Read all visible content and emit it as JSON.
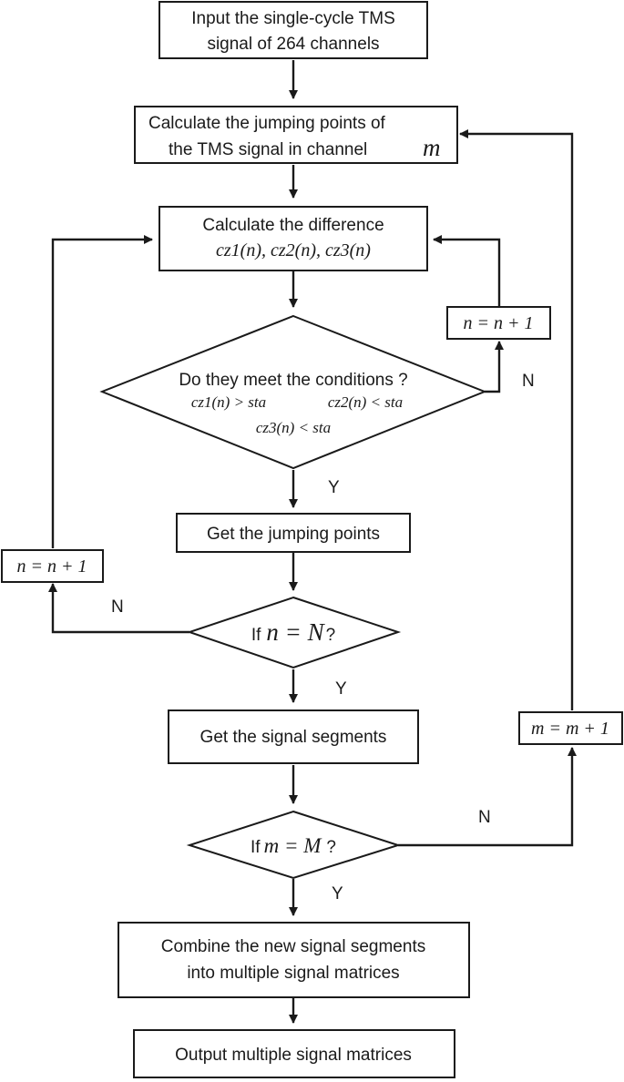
{
  "nodes": {
    "input": {
      "line1": "Input the single-cycle TMS",
      "line2": "signal of 264 channels"
    },
    "calc_jump": {
      "line1": "Calculate the jumping points of",
      "line2": "the TMS signal in channel",
      "var": "m"
    },
    "calc_diff": {
      "line1": "Calculate the difference",
      "formula": "cz1(n), cz2(n),  cz3(n)"
    },
    "n_incr_right": {
      "text": "n = n + 1"
    },
    "cond": {
      "question": "Do they meet the conditions ?",
      "formula1": "cz1(n) > sta",
      "formula2": "cz2(n) < sta",
      "formula3": "cz3(n) < sta"
    },
    "get_jump": {
      "text": "Get the jumping points"
    },
    "n_incr_left": {
      "text": "n = n + 1"
    },
    "if_n": {
      "prefix": "If",
      "formula": "n = N",
      "suffix": "?"
    },
    "get_seg": {
      "text": "Get the signal segments"
    },
    "m_incr": {
      "text": "m = m + 1"
    },
    "if_m": {
      "prefix": "If",
      "formula": "m = M",
      "suffix": "?"
    },
    "combine": {
      "line1": "Combine the new signal segments",
      "line2": "into multiple signal matrices"
    },
    "output": {
      "text": "Output multiple signal matrices"
    }
  },
  "edge_labels": {
    "cond_no": "N",
    "cond_yes": "Y",
    "if_n_no": "N",
    "if_n_yes": "Y",
    "if_m_no": "N",
    "if_m_yes": "Y"
  }
}
